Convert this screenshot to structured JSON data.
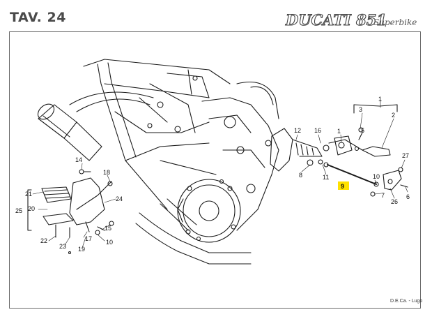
{
  "header": {
    "table_label": "TAV.  24",
    "logo_text": "DUCATI 851",
    "logo_subtext": "Superbike"
  },
  "footer": {
    "credit": "D.E.Ca. - Lugo"
  },
  "colors": {
    "highlight": "#ffe100",
    "ink": "#1a1a1a",
    "frame": "#6b6b6b"
  },
  "callouts": {
    "n1": "1",
    "n2": "2",
    "n3": "3",
    "n5": "5",
    "n6": "6",
    "n7": "7",
    "n8": "8",
    "n9": "9",
    "n10a": "10",
    "n10b": "10",
    "n11": "11",
    "n12": "12",
    "n14": "14",
    "n15": "15",
    "n16": "16",
    "n17": "17",
    "n18": "18",
    "n19": "19",
    "n20": "20",
    "n21": "21",
    "n22": "22",
    "n23": "23",
    "n24": "24",
    "n25": "25",
    "n26": "26",
    "n27": "27"
  },
  "highlighted_part": "9"
}
